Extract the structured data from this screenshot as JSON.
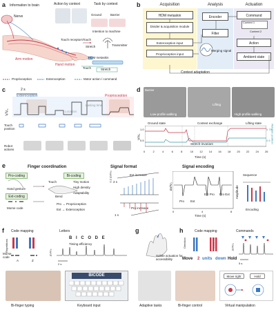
{
  "panels": {
    "a": {
      "label": "a",
      "info": "Information to brain",
      "nerve": "Nerve",
      "action_by_context": "Action by context",
      "task_by_context": "Task by context",
      "ground": "Ground",
      "barrier": "Barrier",
      "touch_receptors": "Touch receptors",
      "intention": "Intention to machine",
      "transmitter": "Transmitter",
      "arm_motion": "Arm motion",
      "hand_motion": "Hand motion",
      "touch": "Touch",
      "stretch": "Stretch",
      "hdm": "HDM metaskin",
      "touch2": "Touch",
      "stretch2": "Stretch",
      "legend_proprio": "Proprioception",
      "legend_extero": "Exteroception",
      "legend_motor": "Motor action / command"
    },
    "b": {
      "label": "b",
      "acquisition": "Acquisition",
      "analysis": "Analysis",
      "actuation": "Actuation",
      "hdm": "HDM metaskin",
      "divider": "Divider & acquisition module",
      "encoder": "Encoder",
      "command": "Command",
      "context1": "Context 1",
      "context2": "Context 2",
      "filter": "Filter",
      "action": "Action",
      "extero_input": "Exteroception input",
      "proprio_input": "Proprioception input",
      "merging": "Merging signal",
      "ambient": "Ambient state",
      "context_adaptation": "Context adaptation"
    },
    "c": {
      "label": "c",
      "scale": "2 s",
      "extero": "Exteroception",
      "proprio": "Proprioception",
      "ylabel": "V/V₀",
      "location": "Location",
      "lasting": "Lasting time",
      "touch_pos": "Touch position",
      "robot_actions": "Robot actions"
    },
    "d": {
      "label": "d",
      "barrier": "Barrier",
      "low_profile": "Low-profile walking",
      "lifting": "Lifting",
      "high_profile": "High-profile walking",
      "ground_state": "Ground state",
      "context_exchange": "Context exchange",
      "lifting_state": "Lifting state",
      "stretch_invariant": "Stretch-invariant",
      "ylabel_left": "V/V₀",
      "ylabel_right": "Relative position",
      "xlabel": "Time (s)",
      "xticks": [
        "0",
        "2",
        "4",
        "6",
        "8",
        "10",
        "12",
        "14",
        "16",
        "18",
        "20",
        "22",
        "24",
        "26"
      ],
      "ytick_l1": "1.0",
      "ytick_l2": "0.5",
      "ytick_r1": "0.75",
      "ytick_r2": "0.5"
    },
    "e": {
      "label": "e",
      "finger_coord": "Finger coordination",
      "signal_format": "Signal format",
      "signal_encoding": "Signal encoding",
      "pro_coding": "Pro-coding",
      "bi_coding": "Bi-coding",
      "hand_gesture": "Hand gesture",
      "ext_coding": "Ext-coding",
      "morse": "Morse code",
      "touch": "Touch",
      "bend": "Bend",
      "tiny": "Tiny motion",
      "high_density": "High density",
      "adaptability": "Adaptability",
      "pro_map": "Pro → Proprioception",
      "ext_map": "Ext → Exteroception",
      "ext_increase": "Ext increase",
      "pro_increase": "Pro increase",
      "scale_y": "0.2 ΔV/V₀",
      "scale_t": "2 s",
      "scale_t2": "1 s",
      "enc_ylabel": "ΔV/V₀",
      "enc_ticks": [
        "0",
        "4",
        "8"
      ],
      "enc_xlabel": "Time (s)",
      "pro": "Pro",
      "ext": "Ext",
      "pro_ext": "Pro Ext",
      "ext_pro": "Ext Pro",
      "to": "to",
      "sequence": "Sequence",
      "amplitude": "Amplitude",
      "encoding": "Encoding"
    },
    "f": {
      "label": "f",
      "code_mapping": "Code mapping",
      "letters": "Letters",
      "repetitions": "Repetitions",
      "letters_seq": "B I C O D E",
      "timing": "Timing efficiency",
      "morse": "Morse code",
      "a": "A",
      "z": "Z",
      "ylabel": "ΔV/V₀",
      "scale": "2 s",
      "keyboard_word": "BICODE",
      "bi_typing": "Bi-finger typing",
      "keyboard_input": "Keyboard input"
    },
    "g": {
      "label": "g",
      "subtle": "Subtle actuation for accessibility",
      "adaptive": "Adaptive tasks"
    },
    "h": {
      "label": "h",
      "code_mapping": "Code mapping",
      "commands": "Commands",
      "direction": "Direction",
      "distance": "Distance",
      "move": "Move",
      "two": "2",
      "units": "units",
      "down": "down",
      "hold": "Hold",
      "ylabel": "ΔV/V₀",
      "scale": "5 s",
      "move_right": "Move right",
      "hold2": "Hold",
      "bi_control": "Bi-finger control",
      "virtual": "Virtual manipulation"
    }
  },
  "colors": {
    "proprio": "#c8384a",
    "extero": "#3b78c2",
    "motor": "#3a9b7e",
    "green_bg": "#e6f2df",
    "blue_bg": "#e2edf8",
    "purple_bg": "#ece8f3",
    "yellow_bg": "#fdf6cf"
  }
}
